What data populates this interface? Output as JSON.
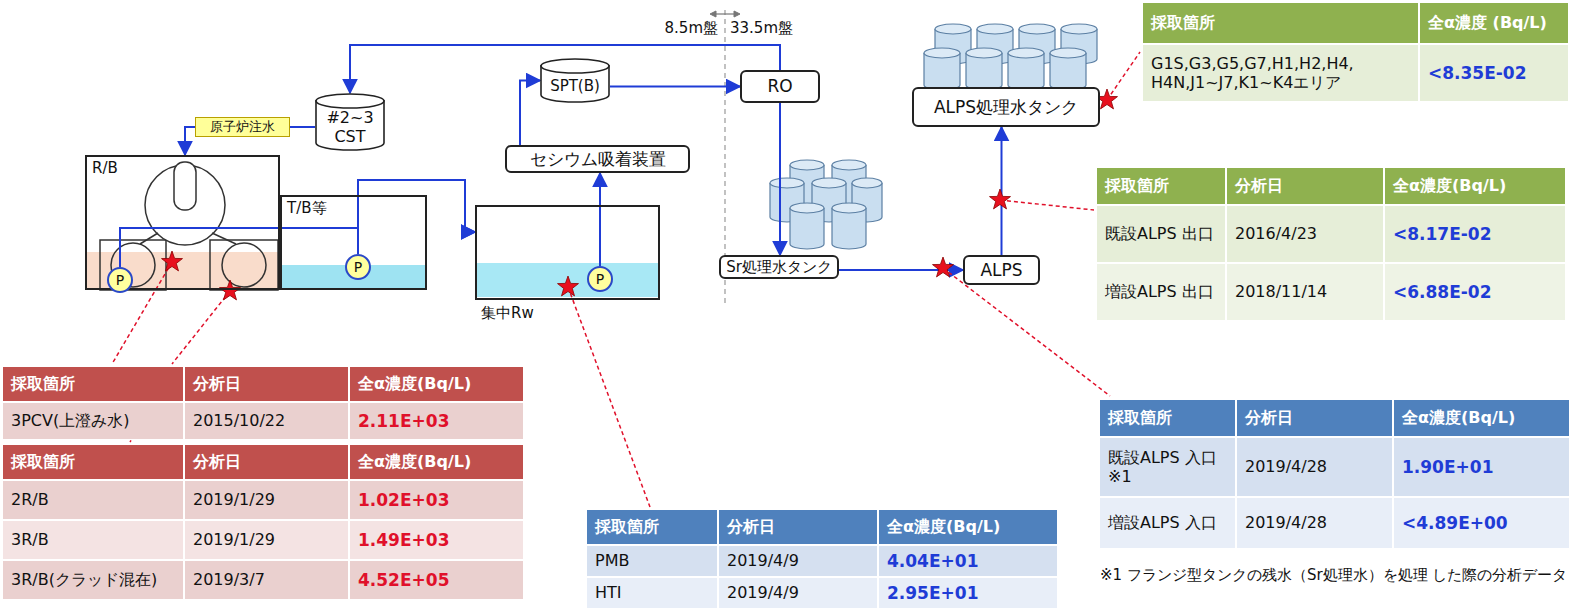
{
  "diagram": {
    "nodes": [
      {
        "text": [
          "R/B"
        ]
      },
      {
        "text": [
          "P"
        ],
        "in": 0
      },
      {
        "text": [
          "T/B等"
        ]
      },
      {
        "text": [
          "P"
        ],
        "in": 2
      },
      {
        "text": [
          "原子炉注水"
        ]
      },
      {
        "text": [
          "#2~3 CST"
        ]
      },
      {
        "text": [
          "SPT(B)"
        ]
      },
      {
        "text": [
          "セシウム吸着装置"
        ]
      },
      {
        "text": [
          "集中Rw"
        ]
      },
      {
        "text": [
          "P"
        ],
        "in": 8
      },
      {
        "text": [
          "RO"
        ]
      },
      {
        "text": [
          "Sr処理水タンク"
        ]
      },
      {
        "text": [
          "ALPS"
        ]
      },
      {
        "text": [
          "ALPS処理水タンク"
        ]
      }
    ],
    "edges": [
      {
        "from": 5,
        "to": 4,
        "arrow": "none"
      },
      {
        "from": 4,
        "to": 0,
        "arrow": "to"
      },
      {
        "from": 1,
        "to": 8,
        "arrow": "to"
      },
      {
        "from": 3,
        "to": 8,
        "arrow": "to"
      },
      {
        "from": 9,
        "to": 7,
        "arrow": "to"
      },
      {
        "from": 7,
        "to": 6,
        "arrow": "to"
      },
      {
        "from": 6,
        "to": 10,
        "arrow": "to"
      },
      {
        "from": 10,
        "to": 5,
        "arrow": "to"
      },
      {
        "from": 10,
        "to": 11,
        "arrow": "to"
      },
      {
        "from": 11,
        "to": 12,
        "arrow": "to"
      },
      {
        "from": 12,
        "to": 13,
        "arrow": "to"
      }
    ],
    "labels": [
      "8.5m盤",
      "33.5m盤",
      "採取箇所",
      "全α濃度 (Bq/L)",
      "G1S,G3,G5,G7,H1,H2,H4, H4N,J1~J7,K1~K4エリア",
      "<8.35E-02",
      "採取箇所",
      "分析日",
      "全α濃度(Bq/L)",
      "既設ALPS 出口",
      "2016/4/23",
      "<8.17E-02",
      "増設ALPS 出口",
      "2018/11/14",
      "<6.88E-02",
      "採取箇所",
      "分析日",
      "全α濃度(Bq/L)",
      "既設ALPS 入口※1",
      "2019/4/28",
      "1.90E+01",
      "増設ALPS 入口",
      "2019/4/28",
      "<4.89E+00",
      "※1 フランジ型タンクの残水（Sr処理水）を処理 した際の分析データ",
      "採取箇所",
      "分析日",
      "全α濃度(Bq/L)",
      "PMB",
      "2019/4/9",
      "4.04E+01",
      "HTI",
      "2019/4/9",
      "2.95E+01",
      "採取箇所",
      "分析日",
      "全α濃度(Bq/L)",
      "3PCV(上澄み水)",
      "2015/10/22",
      "2.11E+03",
      "採取箇所",
      "分析日",
      "全α濃度(Bq/L)",
      "2R/B",
      "2019/1/29",
      "1.02E+03",
      "3R/B",
      "2019/1/29",
      "1.49E+03",
      "3R/B(クラッド混在)",
      "2019/3/7",
      "4.52E+05"
    ]
  }
}
